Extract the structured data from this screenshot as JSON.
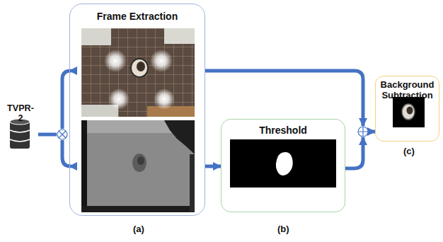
{
  "diagram": {
    "nodes": [
      {
        "text": [
          "TVPR-2"
        ]
      },
      {
        "text": [
          "Frame Extraction"
        ]
      },
      {
        "text": [
          "Threshold"
        ]
      },
      {
        "text": [
          "Background Subtraction"
        ]
      }
    ],
    "edges": [
      {
        "from": 0,
        "to": 1,
        "arrow": "to"
      },
      {
        "from": 1,
        "to": 2,
        "arrow": "to"
      },
      {
        "from": 1,
        "to": 3,
        "arrow": "to"
      },
      {
        "from": 2,
        "to": 3,
        "arrow": "to"
      }
    ],
    "labels": [
      "(a)",
      "(b)",
      "(c)"
    ]
  }
}
